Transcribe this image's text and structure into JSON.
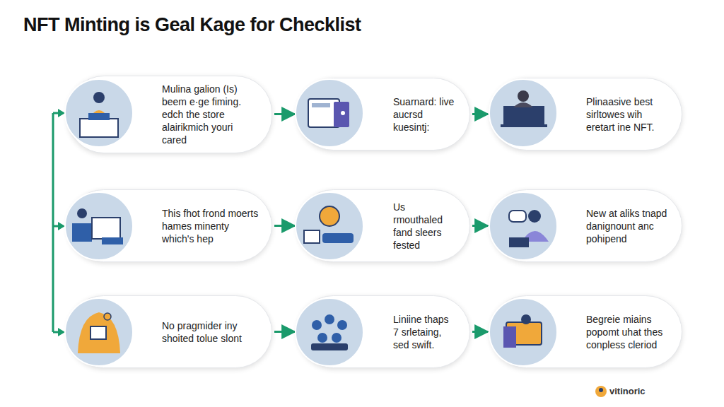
{
  "diagram": {
    "title": "NFT Minting is Geal Kage for Checklist",
    "nodes": [
      {
        "text": [
          "Mulina galion (Is) beem e·ge fiming. edch the store alairikmich youri cared"
        ]
      },
      {
        "text": [
          "Suarnard: live aucrsd kuesintj:"
        ]
      },
      {
        "text": [
          "Plinaasive best sirltowes wih eretart ine NFT."
        ]
      },
      {
        "text": [
          "This fhot frond moerts hames minenty which's hep"
        ]
      },
      {
        "text": [
          "Us rmouthaled fand sleers fested"
        ]
      },
      {
        "text": [
          "New at aliks tnapd danignount anc pohipend"
        ]
      },
      {
        "text": [
          "No pragmider iny shoited tolue slont"
        ]
      },
      {
        "text": [
          "Liniine thaps 7 srletaing, sed swift."
        ]
      },
      {
        "text": [
          "Begreie miains popomt uhat thes conpless cleriod"
        ]
      }
    ],
    "edges": [
      {
        "from": 0,
        "to": 1,
        "arrow": "to"
      },
      {
        "from": 1,
        "to": 2,
        "arrow": "to"
      },
      {
        "from": 3,
        "to": 4,
        "arrow": "to"
      },
      {
        "from": 4,
        "to": 5,
        "arrow": "to"
      },
      {
        "from": 6,
        "to": 7,
        "arrow": "to"
      },
      {
        "from": 7,
        "to": 8,
        "arrow": "to"
      }
    ],
    "labels": [
      "vitinoric"
    ]
  }
}
